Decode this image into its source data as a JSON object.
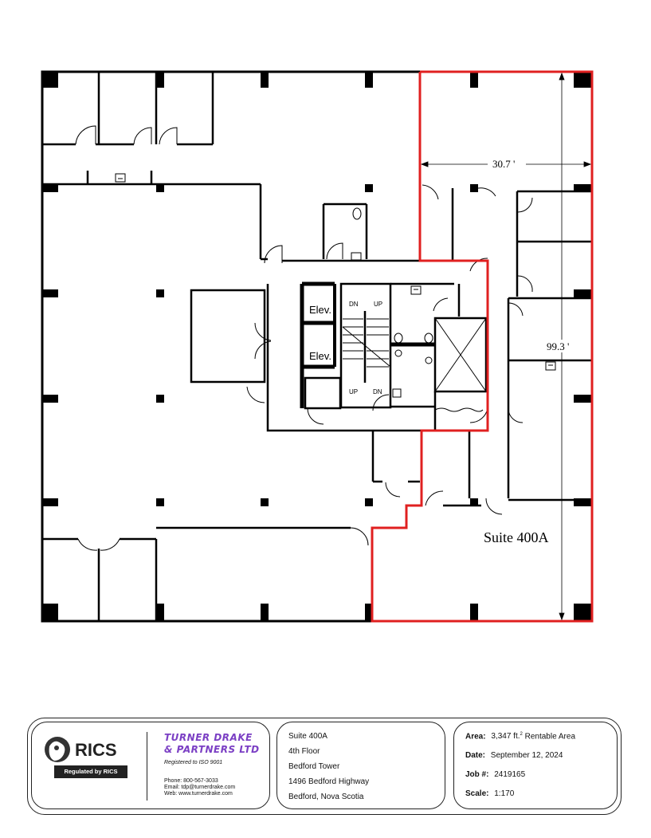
{
  "plan": {
    "dimension_width": "30.7 '",
    "dimension_height": "99.3 '",
    "suite_label": "Suite 400A",
    "elevator_label": "Elev.",
    "stair_up": "UP",
    "stair_down": "DN",
    "colors": {
      "walls": "#000000",
      "suite_outline": "#e02020"
    }
  },
  "title_block": {
    "rics": {
      "logo_text": "RICS",
      "regulated": "Regulated by RICS"
    },
    "firm": {
      "name_line1": "TURNER DRAKE",
      "name_line2": "& PARTNERS LTD",
      "iso": "Registered to ISO 9001",
      "phone": "Phone:  800-567-3033",
      "email": "Email:  tdp@turnerdrake.com",
      "web": "Web:  www.turnerdrake.com",
      "brand_color": "#7b3fc4"
    },
    "address": [
      "Suite 400A",
      "4th Floor",
      "Bedford Tower",
      "1496 Bedford Highway",
      "Bedford, Nova Scotia"
    ],
    "meta": {
      "area_label": "Area:",
      "area_value": "3,347 ft.",
      "area_sup": "2",
      "area_suffix": " Rentable Area",
      "date_label": "Date:",
      "date_value": "September 12, 2024",
      "job_label": "Job #:",
      "job_value": "2419165",
      "scale_label": "Scale:",
      "scale_value": "1:170"
    }
  }
}
